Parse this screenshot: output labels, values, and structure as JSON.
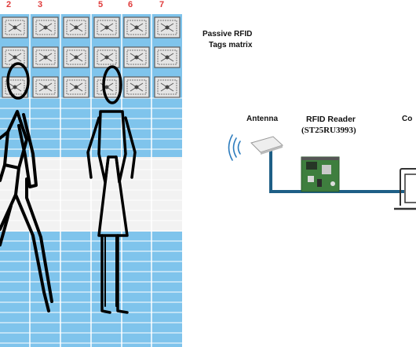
{
  "matrix": {
    "column_labels": [
      "2",
      "3",
      "5",
      "6",
      "7"
    ],
    "label_color": "#e03a3a",
    "grid_color": "#7fc4ec",
    "band_color": "#f2f2f2",
    "title_line1": "Passive RFID",
    "title_line2": "Tags matrix"
  },
  "antenna": {
    "label": "Antenna"
  },
  "reader": {
    "label_line1": "RFID Reader",
    "label_line2": "(ST25RU3993)"
  },
  "computer": {
    "label_partial": "Co"
  },
  "colors": {
    "cable": "#1e5f86",
    "pcb": "#3e7e3e"
  },
  "icons": [
    "rfid-tag-icon",
    "wifi-signal-icon",
    "antenna-icon",
    "rfid-reader-board-icon",
    "laptop-icon",
    "person-walking-icon",
    "person-standing-icon"
  ]
}
